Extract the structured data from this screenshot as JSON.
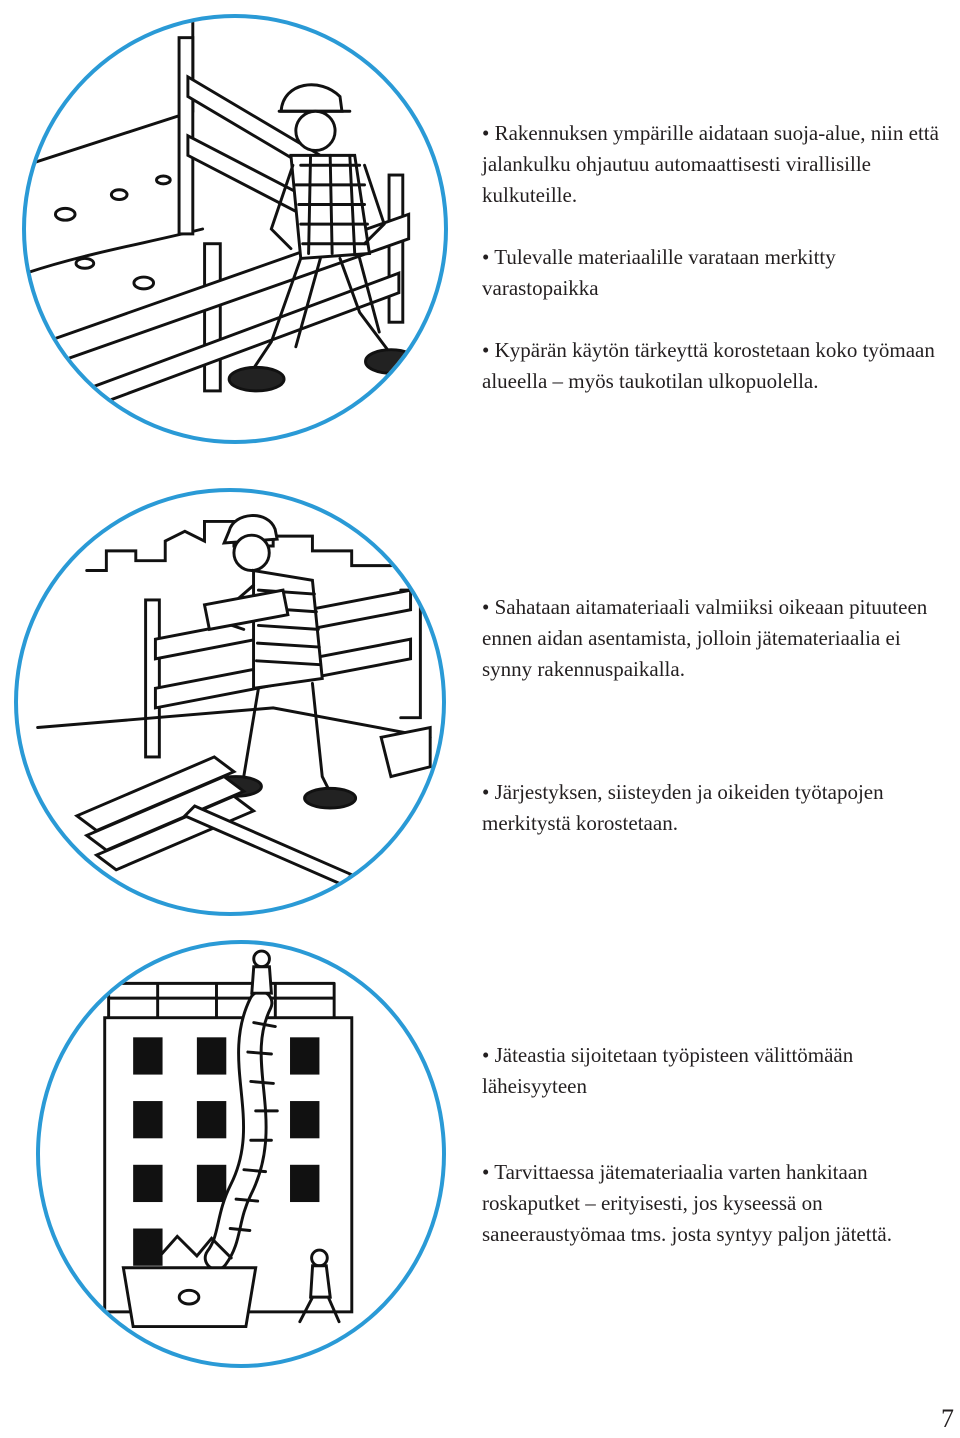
{
  "sections": [
    {
      "bullets": [
        "Rakennuksen ympärille aidataan suoja-alue, niin että jalankulku ohjautuu automaattisesti virallisille kulkuteille.",
        "Tulevalle materiaalille varataan merkitty varastopaikka",
        "Kypärän käytön tärkeyttä korostetaan koko työmaan alueella – myös taukotilan ulkopuolella."
      ]
    },
    {
      "bullets": [
        "Sahataan aitamateriaali valmiiksi oikeaan pituuteen ennen aidan asentamista, jolloin jätemateriaalia ei synny rakennuspaikalla.",
        "Järjestyksen, siisteyden ja oikeiden työtapojen merkitystä korostetaan."
      ]
    },
    {
      "bullets": [
        "Jäteastia sijoitetaan työpisteen välittömään läheisyyteen",
        "Tarvittaessa jätemateriaalia varten hankitaan roskaputket – erityisesti, jos kyseessä on saneeraustyömaa tms. josta syntyy paljon jätettä."
      ]
    }
  ],
  "page_number": "7",
  "colors": {
    "circle_border": "#2a9ad6",
    "text": "#231f20"
  },
  "illustrations": [
    "fence-worker-illustration",
    "sawing-boards-illustration",
    "waste-chute-illustration"
  ]
}
